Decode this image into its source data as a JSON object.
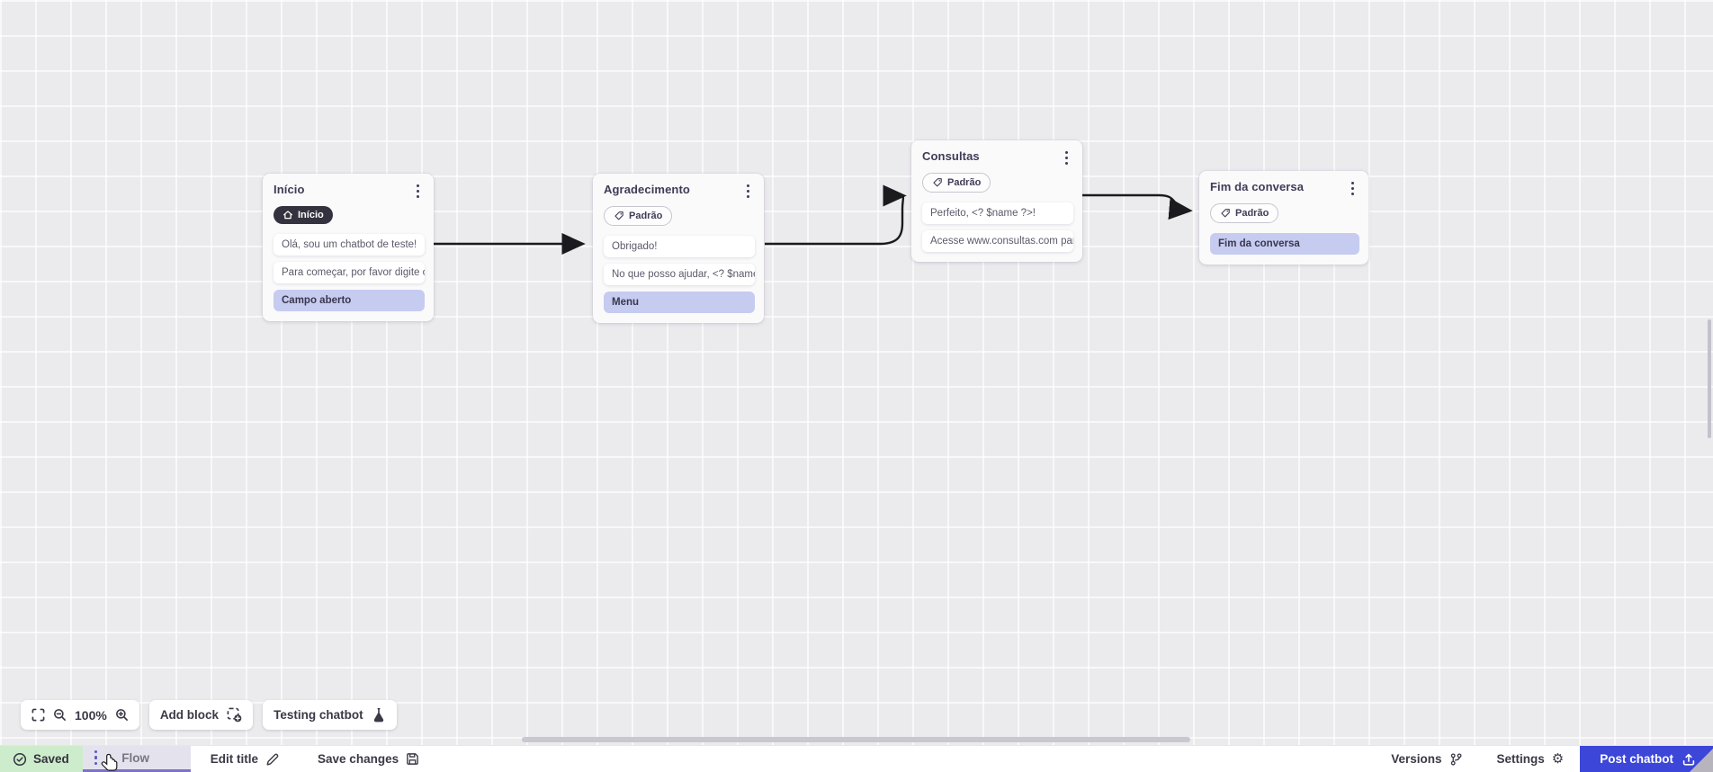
{
  "nodes": [
    {
      "title": "Início",
      "badge_label": "Início",
      "badge_icon": "home-icon",
      "blocks": [
        "Olá, sou um chatbot de teste!",
        "Para começar, por favor digite o ...",
        "Campo aberto"
      ]
    },
    {
      "title": "Agradecimento",
      "badge_label": "Padrão",
      "badge_icon": "tag-icon",
      "blocks": [
        "Obrigado!",
        "No que posso ajudar, <? $name ...",
        "Menu"
      ]
    },
    {
      "title": "Consultas",
      "badge_label": "Padrão",
      "badge_icon": "tag-icon",
      "blocks": [
        "Perfeito, <? $name ?>!",
        "Acesse www.consultas.com par..."
      ]
    },
    {
      "title": "Fim da conversa",
      "badge_label": "Padrão",
      "badge_icon": "tag-icon",
      "blocks": [
        "Fim da conversa"
      ]
    }
  ],
  "toolbar": {
    "zoom_level": "100%",
    "add_block_label": "Add block",
    "testing_chatbot_label": "Testing chatbot"
  },
  "statusbar": {
    "saved_label": "Saved",
    "flow_tab_label": "Flow",
    "edit_title_label": "Edit title",
    "save_changes_label": "Save changes",
    "versions_label": "Versions",
    "settings_label": "Settings",
    "post_chatbot_label": "Post chatbot",
    "gear_glyph": "⚙"
  },
  "colors": {
    "accent_blue": "#3c46d8",
    "block_purple": "#c6cbf0",
    "tab_underline": "#7b73cb",
    "saved_green_bg": "#cdeccb",
    "badge_dark_bg": "#34323e",
    "edge_black": "#1b1b1f",
    "canvas_bg": "#ebeaed"
  }
}
